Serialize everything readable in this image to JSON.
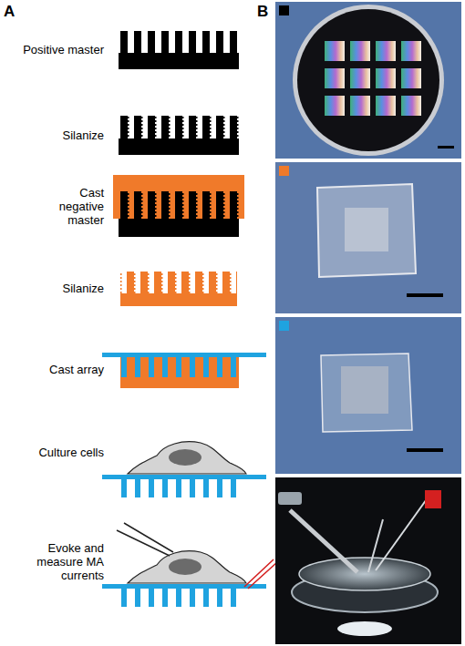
{
  "diagram": {
    "labels": [
      "A",
      "B",
      "Positive master",
      "Silanize",
      "Cast negative master",
      "Silanize",
      "Cast array",
      "Culture cells",
      "Evoke and measure MA currents"
    ]
  }
}
